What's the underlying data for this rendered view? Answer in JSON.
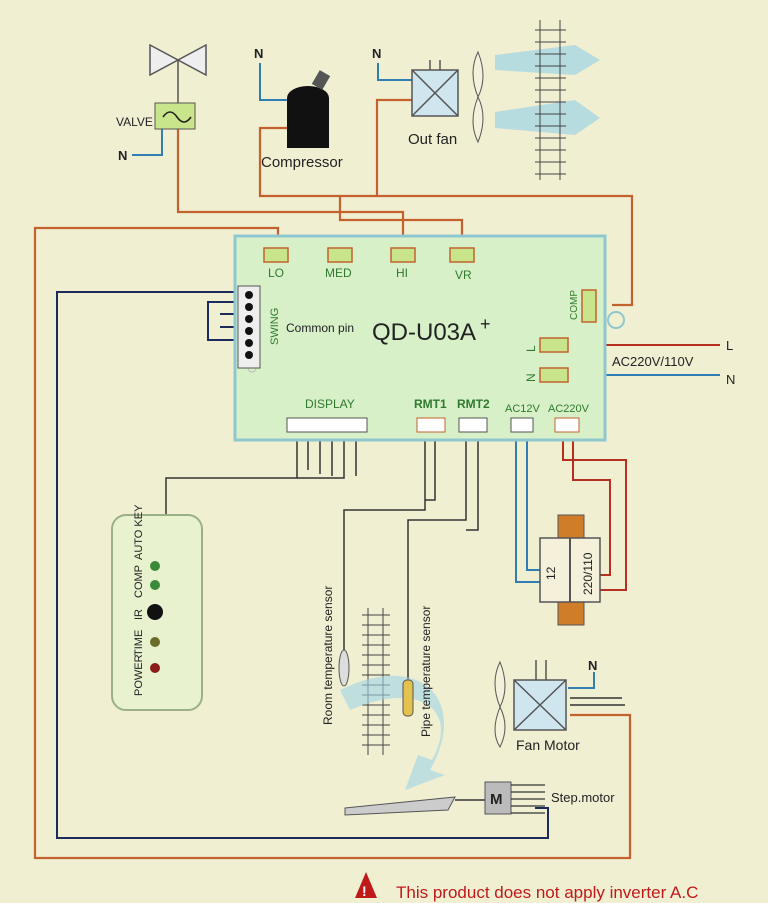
{
  "board": {
    "model": "QD-U03A",
    "model_sup": "+",
    "ports": {
      "lo": "LO",
      "med": "MED",
      "hi": "HI",
      "vr": "VR",
      "comp": "COMP",
      "l": "L",
      "n": "N",
      "swing": "SWING",
      "display": "DISPLAY",
      "rmt1": "RMT1",
      "rmt2": "RMT2",
      "ac12v": "AC12V",
      "ac220v": "AC220V"
    },
    "common_pin": "Common pin"
  },
  "power": {
    "supply": "AC220V/110V",
    "l": "L",
    "n": "N"
  },
  "components": {
    "valve": "VALVE",
    "valve_n": "N",
    "compressor": "Compressor",
    "compressor_n": "N",
    "out_fan": "Out fan",
    "out_fan_n": "N",
    "fan_motor": "Fan Motor",
    "fan_motor_n": "N",
    "step_motor": "Step.motor",
    "step_motor_mark": "M",
    "room_sensor": "Room temperature sensor",
    "pipe_sensor": "Pipe temperature sensor",
    "transformer_secondary": "12",
    "transformer_primary": "220/110"
  },
  "display_panel": {
    "labels": [
      "AUTO KEY",
      "COMP",
      "IR",
      "TIME",
      "POWER"
    ]
  },
  "warning": {
    "text": "This product does not apply inverter A.C"
  },
  "colors": {
    "background": "#f1efd2",
    "board": "#d7f0c8",
    "board_border": "#8fc7cf",
    "wire_orange": "#c4622d",
    "wire_blue": "#2f7fb5",
    "wire_navy": "#1d2a5c",
    "wire_red": "#b5301f",
    "wire_dark": "#222222",
    "label_green": "#2f7a2f",
    "warning_red": "#c0191a"
  }
}
